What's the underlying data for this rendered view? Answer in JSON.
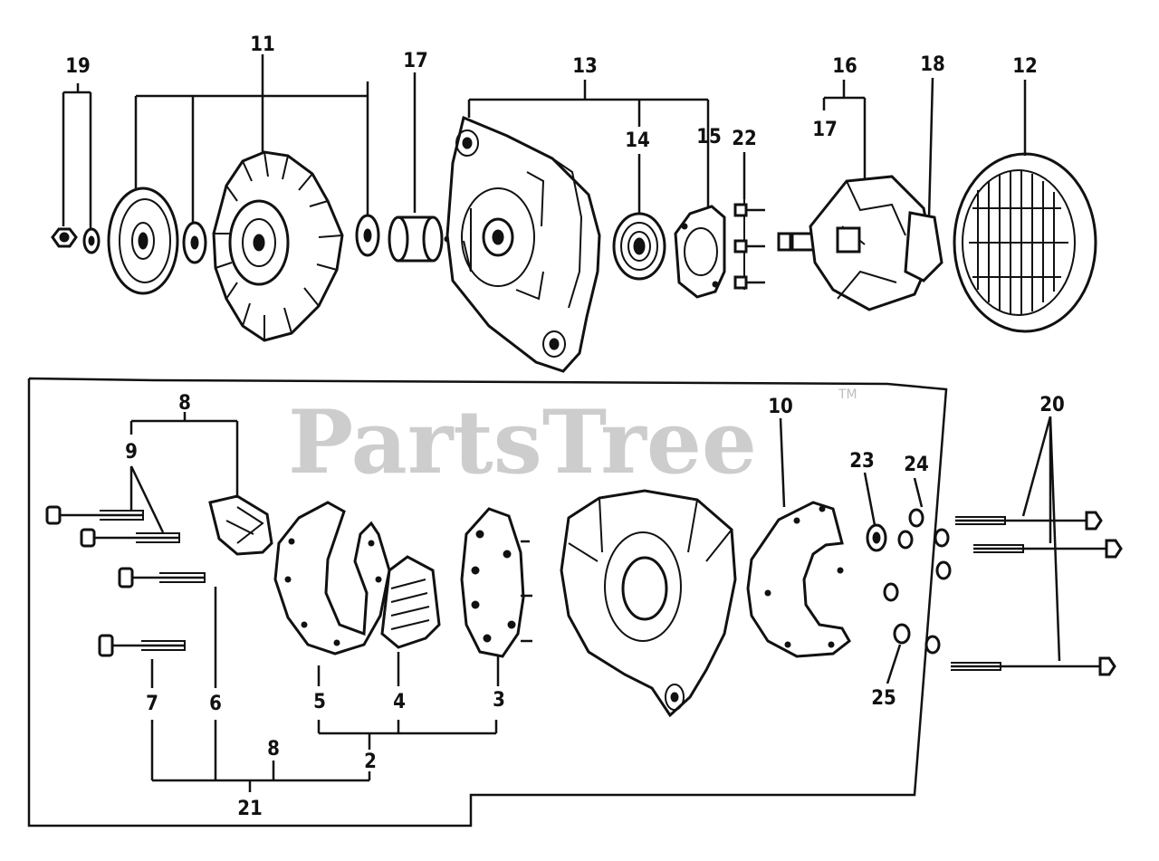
{
  "watermark": {
    "text": "PartsTree",
    "trademark": "TM"
  },
  "callouts": {
    "c19": "19",
    "c11": "11",
    "c17a": "17",
    "c13": "13",
    "c14": "14",
    "c15": "15",
    "c22": "22",
    "c16": "16",
    "c17b": "17",
    "c18": "18",
    "c12": "12",
    "c8a": "8",
    "c9": "9",
    "c10": "10",
    "c20": "20",
    "c23": "23",
    "c24": "24",
    "c5": "5",
    "c4": "4",
    "c3": "3",
    "c7": "7",
    "c6": "6",
    "c25": "25",
    "c8b": "8",
    "c2": "2",
    "c21": "21"
  }
}
